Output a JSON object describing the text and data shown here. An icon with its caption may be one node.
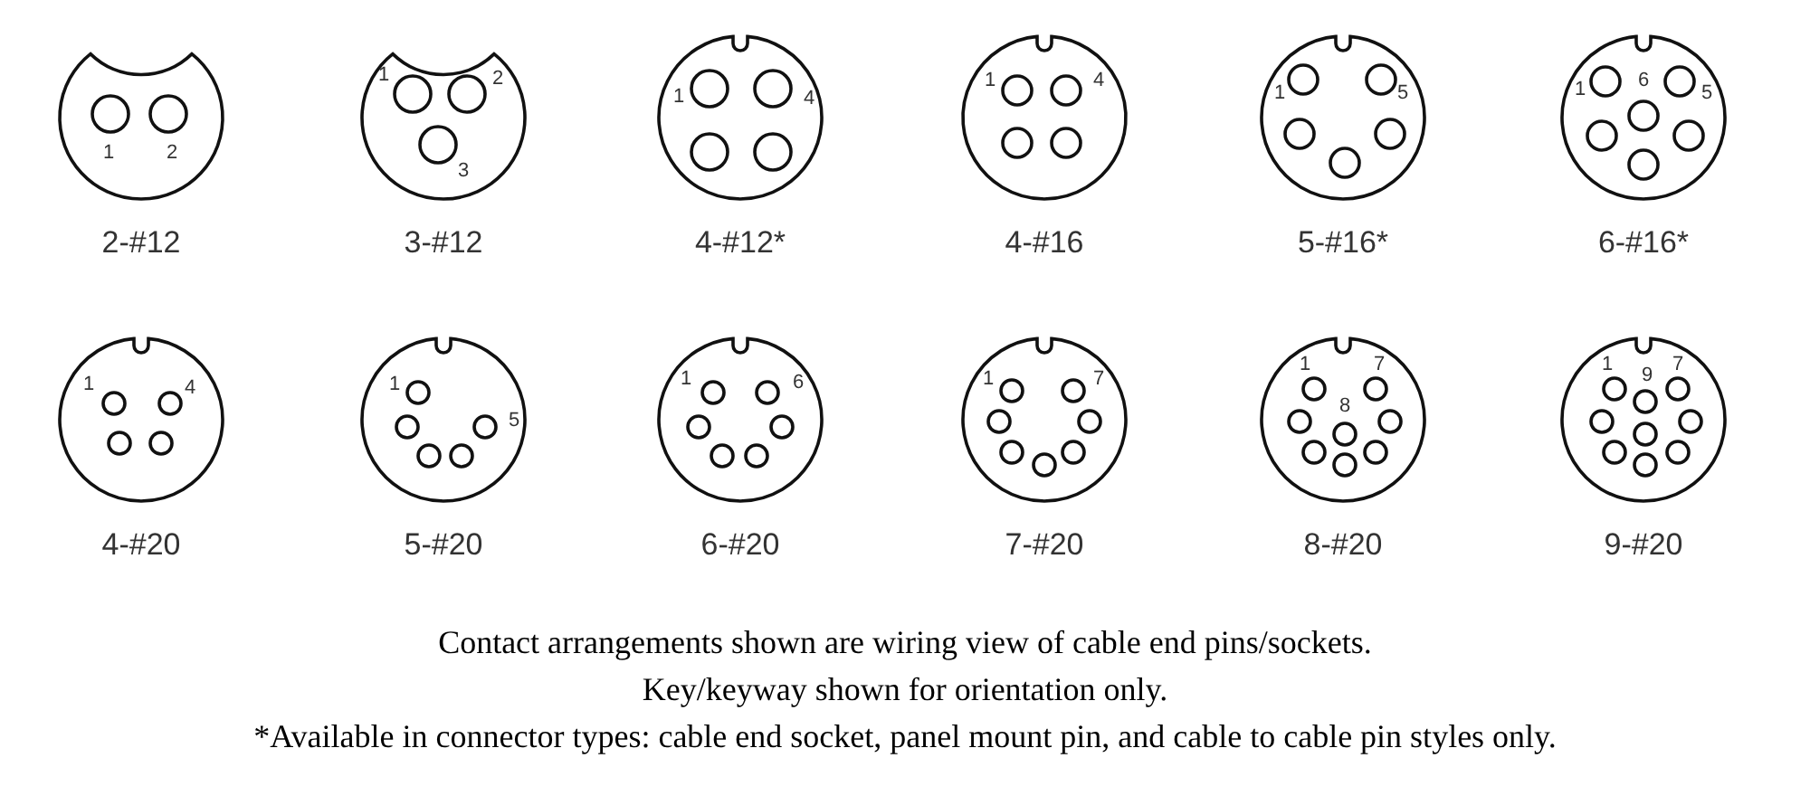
{
  "diagram": {
    "nodes": [
      {
        "text": [
          "1",
          "2",
          "2-#12"
        ]
      },
      {
        "text": [
          "1",
          "2",
          "3",
          "3-#12"
        ]
      },
      {
        "text": [
          "1",
          "4",
          "4-#12*"
        ]
      },
      {
        "text": [
          "1",
          "4",
          "4-#16"
        ]
      },
      {
        "text": [
          "1",
          "5",
          "5-#16*"
        ]
      },
      {
        "text": [
          "1",
          "6",
          "5",
          "6-#16*"
        ]
      },
      {
        "text": [
          "1",
          "4",
          "4-#20"
        ]
      },
      {
        "text": [
          "1",
          "5",
          "5-#20"
        ]
      },
      {
        "text": [
          "1",
          "6",
          "6-#20"
        ]
      },
      {
        "text": [
          "1",
          "7",
          "7-#20"
        ]
      },
      {
        "text": [
          "1",
          "7",
          "8",
          "8-#20"
        ]
      },
      {
        "text": [
          "1",
          "9",
          "7",
          "9-#20"
        ]
      }
    ],
    "labels": [
      "Contact arrangements shown are wiring view of cable end pins/sockets.",
      "Key/keyway shown for orientation only.",
      "*Available in connector types: cable end socket, panel mount pin, and cable to cable pin styles only."
    ]
  }
}
